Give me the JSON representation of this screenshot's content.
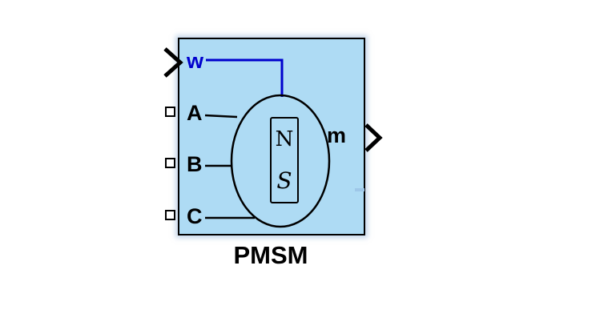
{
  "block": {
    "name_label": "PMSM",
    "inputs": [
      {
        "label": "w"
      },
      {
        "label": "A"
      },
      {
        "label": "B"
      },
      {
        "label": "C"
      }
    ],
    "output_label": "m",
    "magnet": {
      "north_label": "N",
      "south_label": "S"
    }
  },
  "colors": {
    "block_fill": "#aedbf4",
    "signal_blue": "#0000cd",
    "outline": "#000000",
    "background": "#ffffff"
  }
}
